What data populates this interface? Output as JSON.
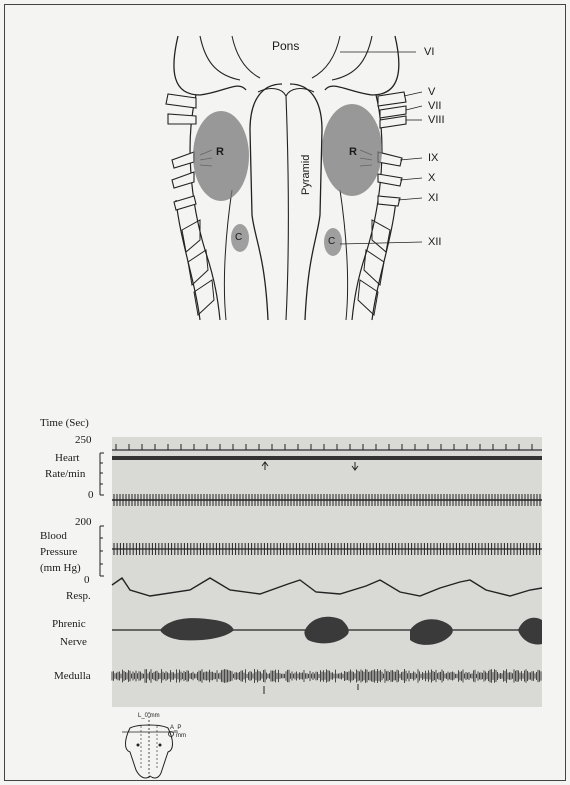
{
  "brainstem": {
    "pons_label": "Pons",
    "pyramid_label": "Pyramid",
    "region_r_left": "R",
    "region_r_right": "R",
    "region_c_left": "C",
    "region_c_right": "C",
    "nerves": [
      "VI",
      "V",
      "VII",
      "VIII",
      "IX",
      "X",
      "XI",
      "XII"
    ]
  },
  "recording": {
    "time_label": "Time (Sec)",
    "heart_top": "250",
    "heart_label_line1": "Heart",
    "heart_label_line2": "Rate/min",
    "heart_bottom": "0",
    "bp_top": "200",
    "bp_label_line1": "Blood",
    "bp_label_line2": "Pressure",
    "bp_label_line3": "(mm Hg)",
    "bp_bottom": "0",
    "resp_label": "Resp.",
    "phrenic_line1": "Phrenic",
    "phrenic_line2": "Nerve",
    "medulla_label": "Medulla"
  },
  "inset": {
    "top_label": "L_0 mm",
    "side_label_a": "A_P",
    "side_label_b": "mm"
  },
  "colors": {
    "ink": "#1a1a1a",
    "shade": "#7a7a7a",
    "strip_bg": "#d9d9d6",
    "page_bg": "#f4f4f2"
  }
}
